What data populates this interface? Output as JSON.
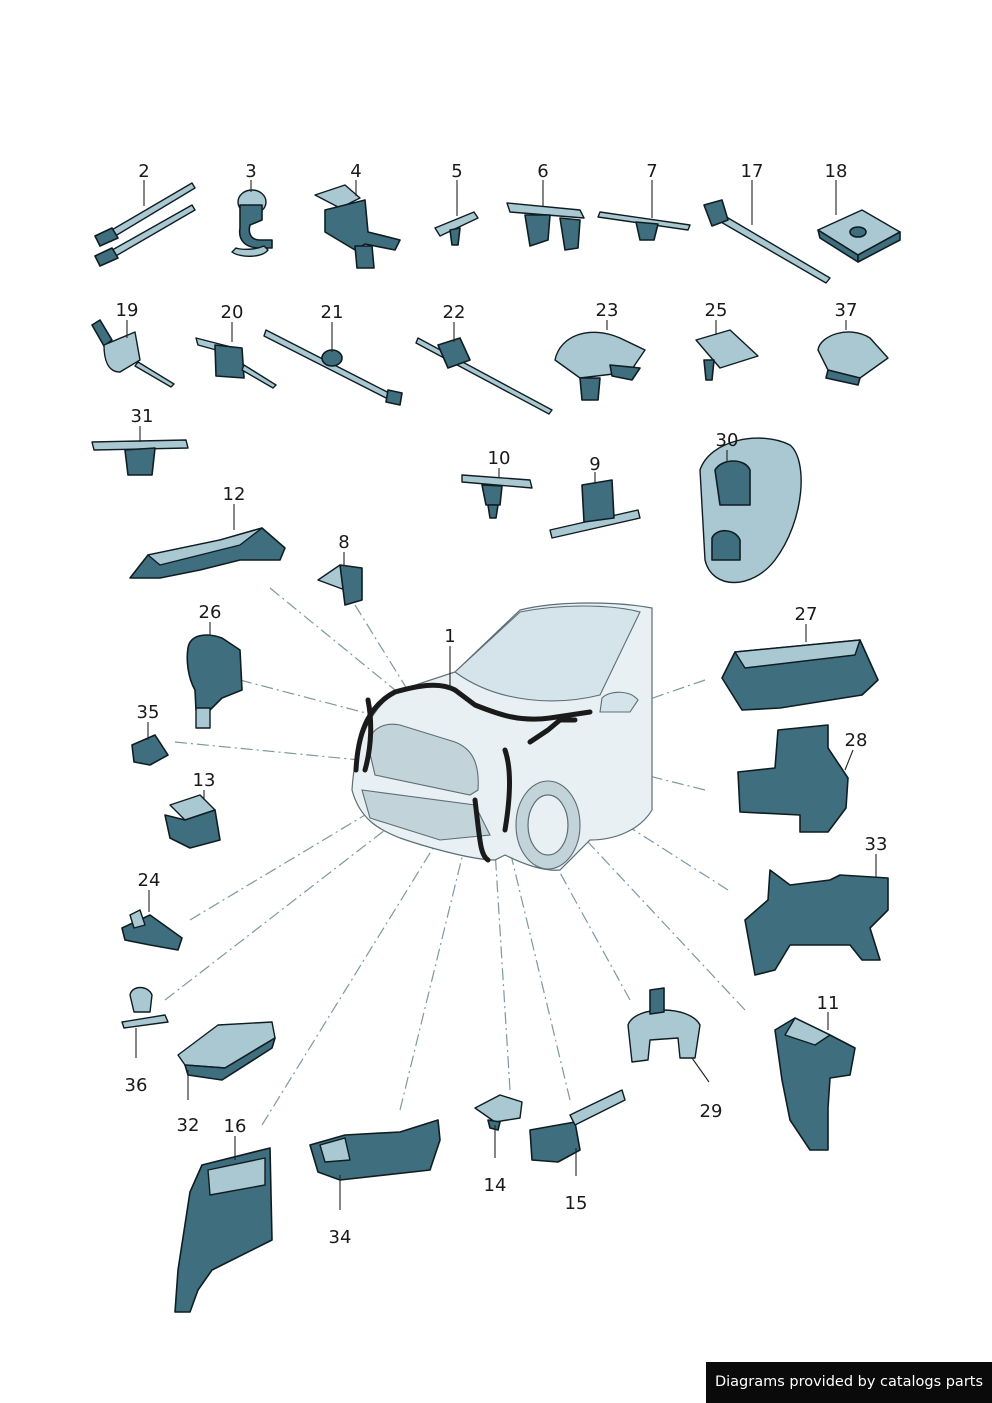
{
  "labels": [
    "1",
    "2",
    "3",
    "4",
    "5",
    "6",
    "7",
    "8",
    "9",
    "10",
    "11",
    "12",
    "13",
    "14",
    "15",
    "16",
    "17",
    "18",
    "19",
    "20",
    "21",
    "22",
    "23",
    "24",
    "25",
    "26",
    "27",
    "28",
    "29",
    "30",
    "31",
    "32",
    "33",
    "34",
    "35",
    "36",
    "37"
  ],
  "credit": "Diagrams provided by catalogs parts",
  "colors": {
    "part": "#3f6f7e",
    "part_light": "#a9c8d1",
    "line": "#7d98a2",
    "credit_bg": "#0a0a0a"
  }
}
